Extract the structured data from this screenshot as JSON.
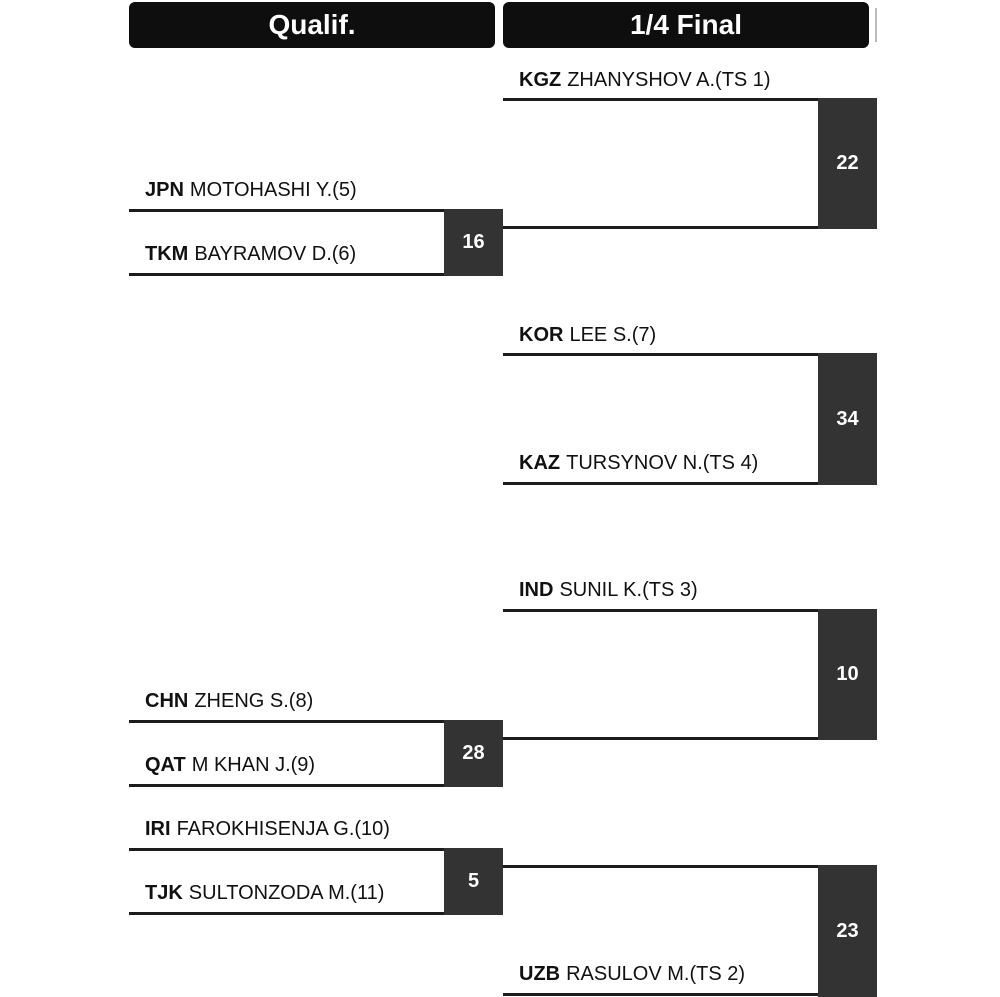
{
  "headers": {
    "qualif": "Qualif.",
    "quarterfinal": "1/4 Final"
  },
  "qualif": {
    "match1": {
      "top": {
        "code": "JPN",
        "name": "MOTOHASHI Y.(5)"
      },
      "bottom": {
        "code": "TKM",
        "name": "BAYRAMOV D.(6)"
      },
      "bout": "16"
    },
    "match2": {
      "top": {
        "code": "CHN",
        "name": "ZHENG S.(8)"
      },
      "bottom": {
        "code": "QAT",
        "name": "M KHAN J.(9)"
      },
      "bout": "28"
    },
    "match3": {
      "top": {
        "code": "IRI",
        "name": "FAROKHISENJA G.(10)"
      },
      "bottom": {
        "code": "TJK",
        "name": "SULTONZODA M.(11)"
      },
      "bout": "5"
    }
  },
  "quarterfinal": {
    "match1": {
      "top": {
        "code": "KGZ",
        "name": "ZHANYSHOV A.(TS 1)"
      },
      "bout": "22"
    },
    "match2": {
      "top": {
        "code": "KOR",
        "name": "LEE S.(7)"
      },
      "bottom": {
        "code": "KAZ",
        "name": "TURSYNOV N.(TS 4)"
      },
      "bout": "34"
    },
    "match3": {
      "top": {
        "code": "IND",
        "name": "SUNIL K.(TS 3)"
      },
      "bout": "10"
    },
    "match4": {
      "bottom": {
        "code": "UZB",
        "name": "RASULOV M.(TS 2)"
      },
      "bout": "23"
    }
  }
}
